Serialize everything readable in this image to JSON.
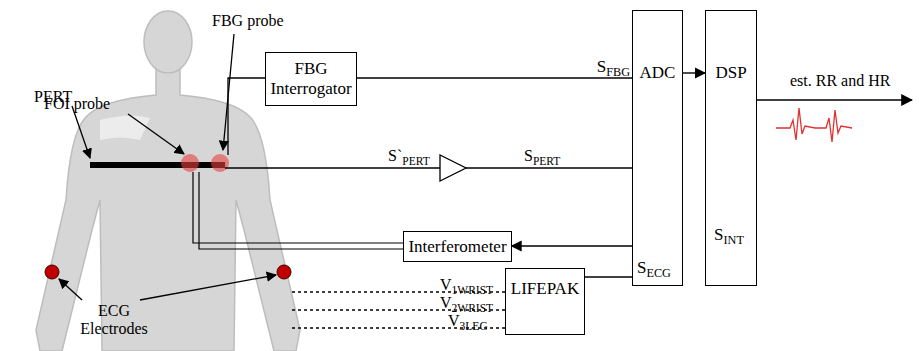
{
  "diagram": {
    "nodes": [
      {
        "text": [
          "FBG Interrogator"
        ]
      },
      {
        "text": [
          "ADC"
        ]
      },
      {
        "text": [
          "DSP"
        ]
      },
      {
        "text": [
          "Interferometer"
        ]
      },
      {
        "text": [
          "LIFEPAK"
        ]
      }
    ],
    "edges": [
      {
        "from": 0,
        "to": 1,
        "arrow": "none",
        "label": "SFBG"
      },
      {
        "from": 1,
        "to": 3,
        "arrow": "to",
        "label": "SINT"
      },
      {
        "from": 4,
        "to": 1,
        "arrow": "none",
        "label": "SECG"
      },
      {
        "from": 1,
        "to": 2,
        "arrow": "to"
      }
    ],
    "labels": [
      "FOI probe",
      "FBG probe",
      "PERT",
      "ECG Electrodes",
      "S`PERT",
      "SPERT",
      "V1WRIST",
      "V2WRIST",
      "V3LEG",
      "est. RR and HR"
    ]
  }
}
